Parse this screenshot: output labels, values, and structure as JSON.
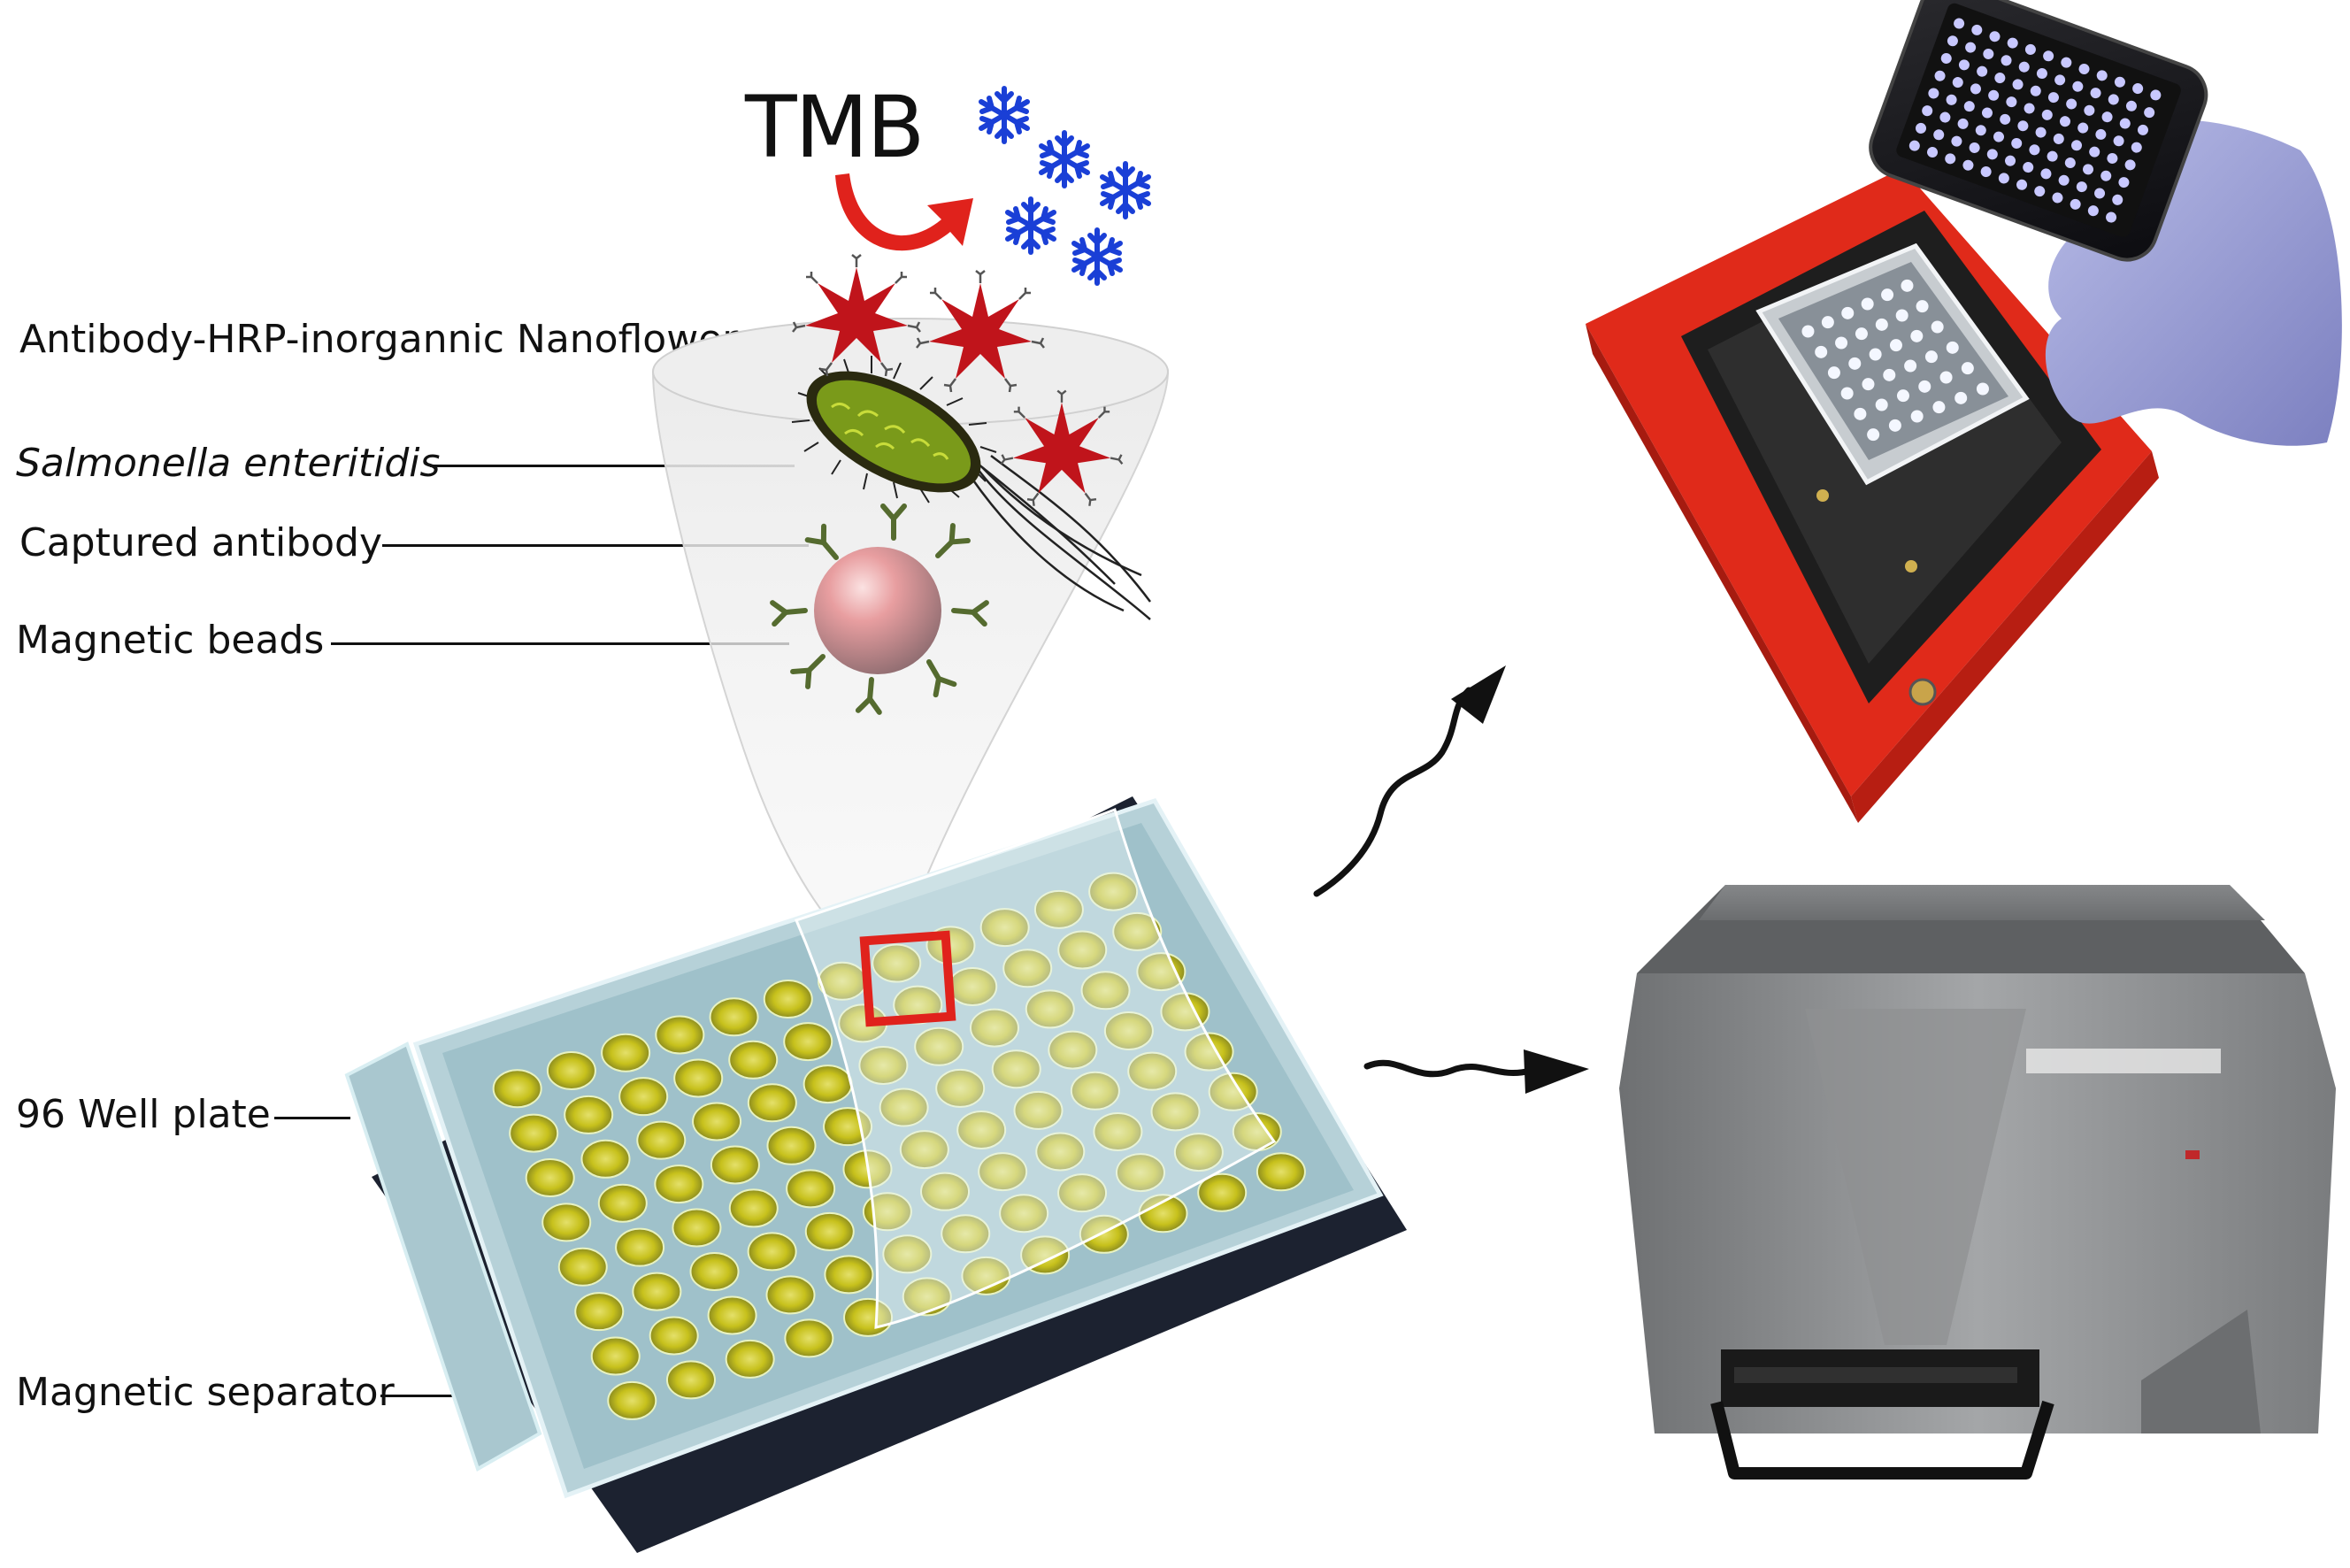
{
  "labels": {
    "tmb": "TMB",
    "nanoflowers": "Antibody-HRP-inorgannic Nanoflowers",
    "salmonella": "Salmonella enteritidis",
    "captured_antibody": "Captured antibody",
    "magnetic_beads": "Magnetic beads",
    "well_plate": "96 Well plate",
    "magnetic_separator": "Magnetic separator"
  },
  "icons": {
    "tmb_arrow": "curved-arrow-icon",
    "product": "snowflake-icon",
    "nanoflower": "nanoflower-icon",
    "bacterium": "bacterium-icon",
    "bead": "magnetic-bead-icon",
    "readout_arrow": "wavy-arrow-icon"
  },
  "colors": {
    "nanoflower": "#c0141b",
    "tmb_arrow": "#e0221c",
    "snowflake": "#1a3fd6",
    "bead": "#d98a8c",
    "antibody": "#556b2f",
    "bacterium": "#7a9a1a",
    "well_fill": "#c9c41a",
    "device_case": "#e02a1a",
    "reader_body": "#8a8c8e"
  }
}
